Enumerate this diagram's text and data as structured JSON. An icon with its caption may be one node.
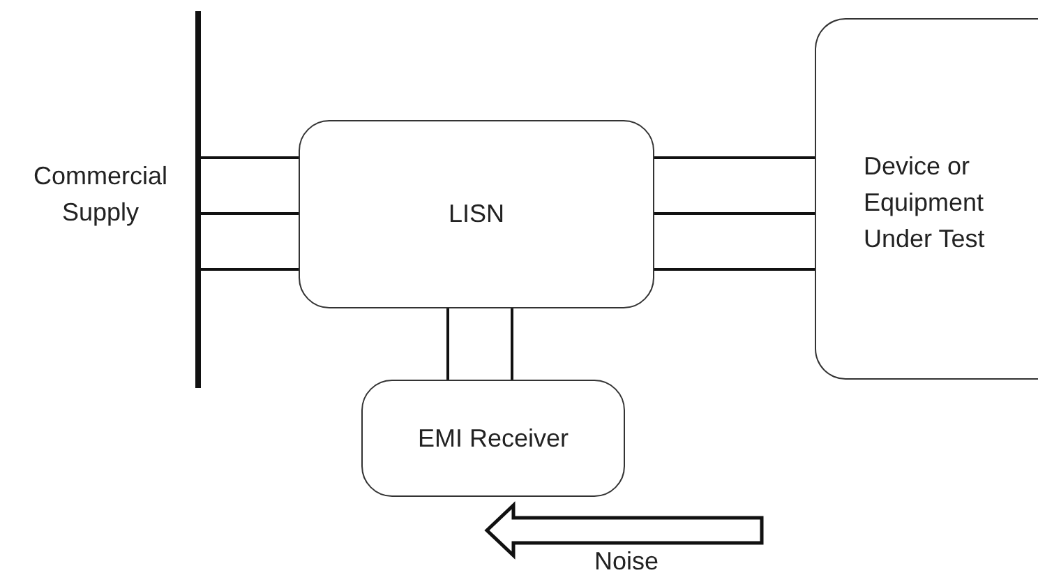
{
  "diagram": {
    "nodes": [
      {
        "text": [],
        "shape": "bar",
        "beside": [
          "Commercial Supply"
        ]
      },
      {
        "text": [
          "LISN"
        ]
      },
      {
        "text": [
          "Device or Equipment Under Test"
        ]
      },
      {
        "text": [
          "EMI Receiver"
        ]
      }
    ],
    "edges": [
      {
        "from": 0,
        "to": 1,
        "arrow": "none"
      },
      {
        "from": 0,
        "to": 1,
        "arrow": "none"
      },
      {
        "from": 0,
        "to": 1,
        "arrow": "none"
      },
      {
        "from": 1,
        "to": 2,
        "arrow": "none"
      },
      {
        "from": 1,
        "to": 2,
        "arrow": "none"
      },
      {
        "from": 1,
        "to": 2,
        "arrow": "none"
      },
      {
        "from": 1,
        "to": 3,
        "arrow": "none"
      },
      {
        "from": 1,
        "to": 3,
        "arrow": "none"
      }
    ],
    "labels": [
      "Noise"
    ]
  }
}
